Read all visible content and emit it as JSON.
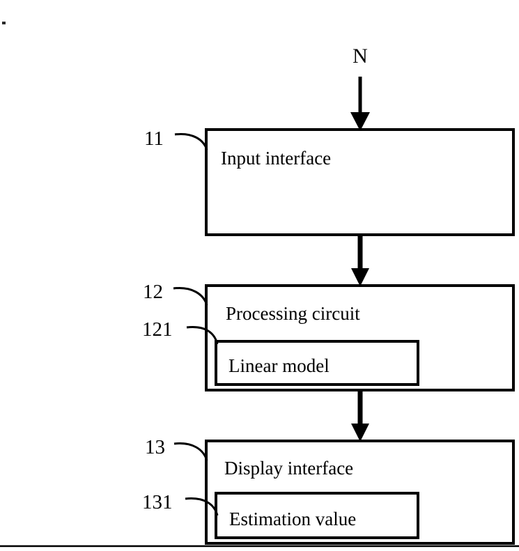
{
  "figure": {
    "type": "patent-block-diagram",
    "background_color": "#ffffff",
    "line_color": "#000000"
  },
  "signal": {
    "input_label": "N"
  },
  "blocks": [
    {
      "ref": "11",
      "label": "Input interface",
      "inner": null
    },
    {
      "ref": "12",
      "label": "Processing circuit",
      "inner": {
        "ref": "121",
        "label": "Linear model"
      }
    },
    {
      "ref": "13",
      "label": "Display interface",
      "inner": {
        "ref": "131",
        "label": "Estimation value"
      }
    }
  ],
  "connections": [
    {
      "from": "N",
      "to": "11",
      "style": "thin-arrow-down"
    },
    {
      "from": "11",
      "to": "12",
      "style": "thick-arrow-down"
    },
    {
      "from": "12",
      "to": "13",
      "style": "thick-arrow-down"
    }
  ]
}
